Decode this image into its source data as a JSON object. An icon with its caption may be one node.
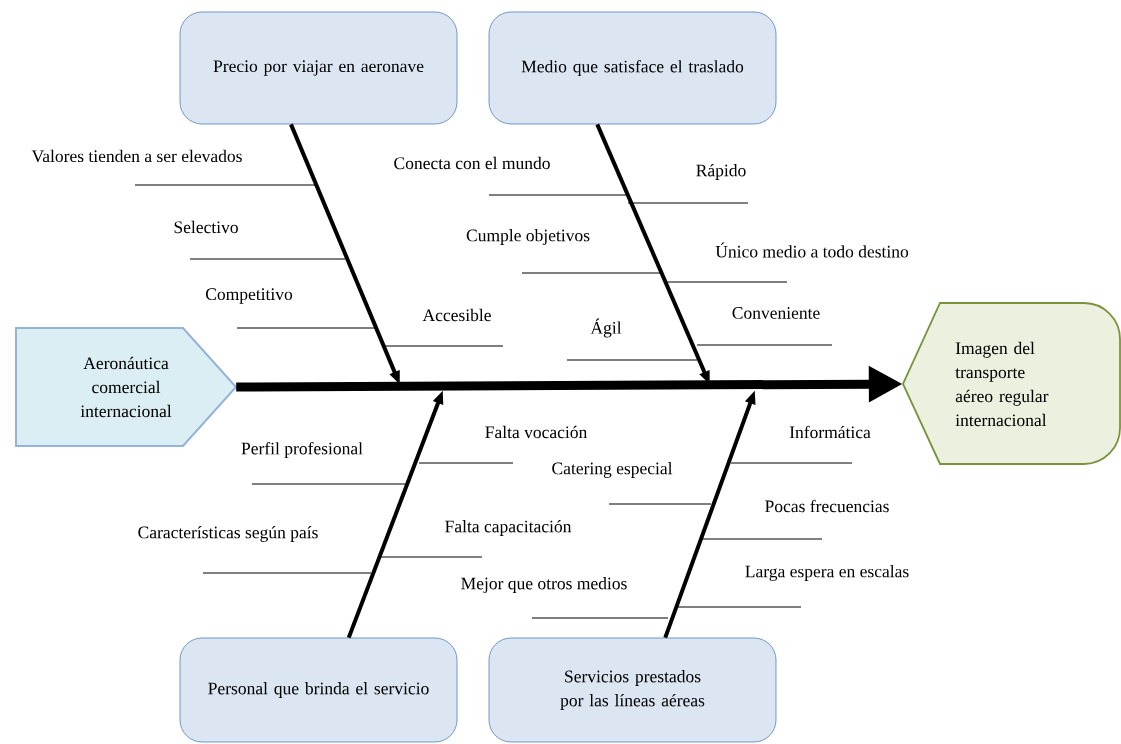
{
  "diagram": {
    "nodes": [
      {
        "text": [
          "Aeronáutica comercial internacional"
        ]
      },
      {
        "text": [
          "Imagen del transporte aéreo regular internacional"
        ]
      },
      {
        "text": [
          "Precio por viajar en aeronave"
        ]
      },
      {
        "text": [
          "Medio que satisface el traslado"
        ]
      },
      {
        "text": [
          "Personal que brinda el servicio"
        ]
      },
      {
        "text": [
          "Servicios prestados por las líneas aéreas"
        ]
      }
    ],
    "edges": [
      {
        "from": 0,
        "to": 1,
        "arrow": "to",
        "style": "thick"
      },
      {
        "from": 2,
        "to": null,
        "arrow": "to"
      },
      {
        "from": 3,
        "to": null,
        "arrow": "to"
      },
      {
        "from": 4,
        "to": null,
        "arrow": "to"
      },
      {
        "from": 5,
        "to": null,
        "arrow": "to"
      }
    ],
    "labels": [
      "Valores tienden a ser elevados",
      "Conecta con el mundo",
      "Rápido",
      "Selectivo",
      "Cumple objetivos",
      "Único medio a todo destino",
      "Competitivo",
      "Accesible",
      "Conveniente",
      "Ágil",
      "Falta vocación",
      "Informática",
      "Perfil profesional",
      "Catering especial",
      "Pocas frecuencias",
      "Falta capacitación",
      "Características según país",
      "Larga espera en escalas",
      "Mejor que otros medios"
    ]
  }
}
